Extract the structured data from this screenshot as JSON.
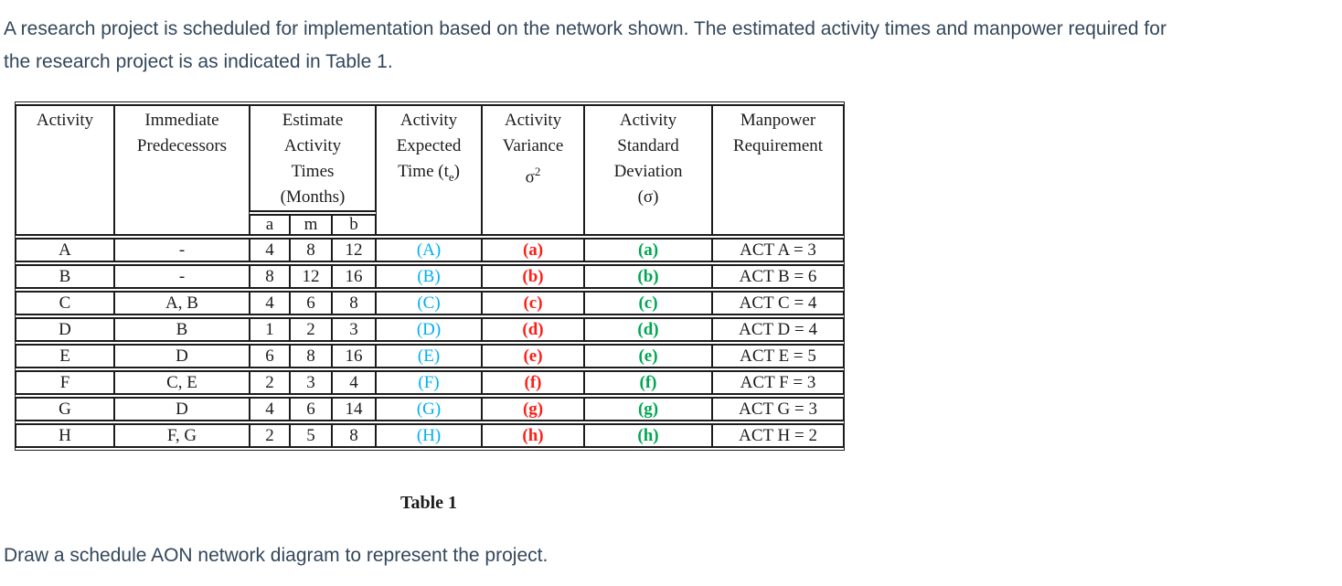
{
  "intro": {
    "line1": "A research project is scheduled for implementation based on the network shown. The estimated activity times and manpower required for",
    "line2": "the research project is as indicated in Table 1."
  },
  "caption": "Table 1",
  "question": "Draw a schedule AON network diagram to represent the project.",
  "colors": {
    "page_text": "#33475b",
    "table_text": "#1c1c1c",
    "border": "#1c1c1c",
    "expected_blue": "#00b0f0",
    "variance_red": "#fb1f17",
    "stddev_green": "#00a651",
    "background": "#ffffff"
  },
  "table": {
    "headers": {
      "activity": [
        "Activity"
      ],
      "predecessors": [
        "Immediate",
        "Predecessors"
      ],
      "estimate": [
        "Estimate",
        "Activity",
        "Times",
        "(Months)"
      ],
      "sub_cols": [
        "a",
        "m",
        "b"
      ],
      "expected": [
        "Activity",
        "Expected"
      ],
      "expected_time": {
        "pre": "Time (t",
        "sub": "e",
        "post": ")"
      },
      "variance": [
        "Activity",
        "Variance"
      ],
      "variance_sigma": {
        "base": "σ",
        "sup": "2"
      },
      "stddev": [
        "Activity",
        "Standard",
        "Deviation",
        "(σ)"
      ],
      "manpower": [
        "Manpower",
        "Requirement"
      ]
    },
    "rows": [
      {
        "activity": "A",
        "pred": "-",
        "a": "4",
        "m": "8",
        "b": "12",
        "expected": "(A)",
        "variance": "(a)",
        "stddev": "(a)",
        "manpower": "ACT A = 3"
      },
      {
        "activity": "B",
        "pred": "-",
        "a": "8",
        "m": "12",
        "b": "16",
        "expected": "(B)",
        "variance": "(b)",
        "stddev": "(b)",
        "manpower": "ACT B = 6"
      },
      {
        "activity": "C",
        "pred": "A, B",
        "a": "4",
        "m": "6",
        "b": "8",
        "expected": "(C)",
        "variance": "(c)",
        "stddev": "(c)",
        "manpower": "ACT C = 4"
      },
      {
        "activity": "D",
        "pred": "B",
        "a": "1",
        "m": "2",
        "b": "3",
        "expected": "(D)",
        "variance": "(d)",
        "stddev": "(d)",
        "manpower": "ACT D = 4"
      },
      {
        "activity": "E",
        "pred": "D",
        "a": "6",
        "m": "8",
        "b": "16",
        "expected": "(E)",
        "variance": "(e)",
        "stddev": "(e)",
        "manpower": "ACT E = 5"
      },
      {
        "activity": "F",
        "pred": "C, E",
        "a": "2",
        "m": "3",
        "b": "4",
        "expected": "(F)",
        "variance": "(f)",
        "stddev": "(f)",
        "manpower": "ACT F = 3"
      },
      {
        "activity": "G",
        "pred": "D",
        "a": "4",
        "m": "6",
        "b": "14",
        "expected": "(G)",
        "variance": "(g)",
        "stddev": "(g)",
        "manpower": "ACT G = 3"
      },
      {
        "activity": "H",
        "pred": "F, G",
        "a": "2",
        "m": "5",
        "b": "8",
        "expected": "(H)",
        "variance": "(h)",
        "stddev": "(h)",
        "manpower": "ACT H = 2"
      }
    ]
  }
}
